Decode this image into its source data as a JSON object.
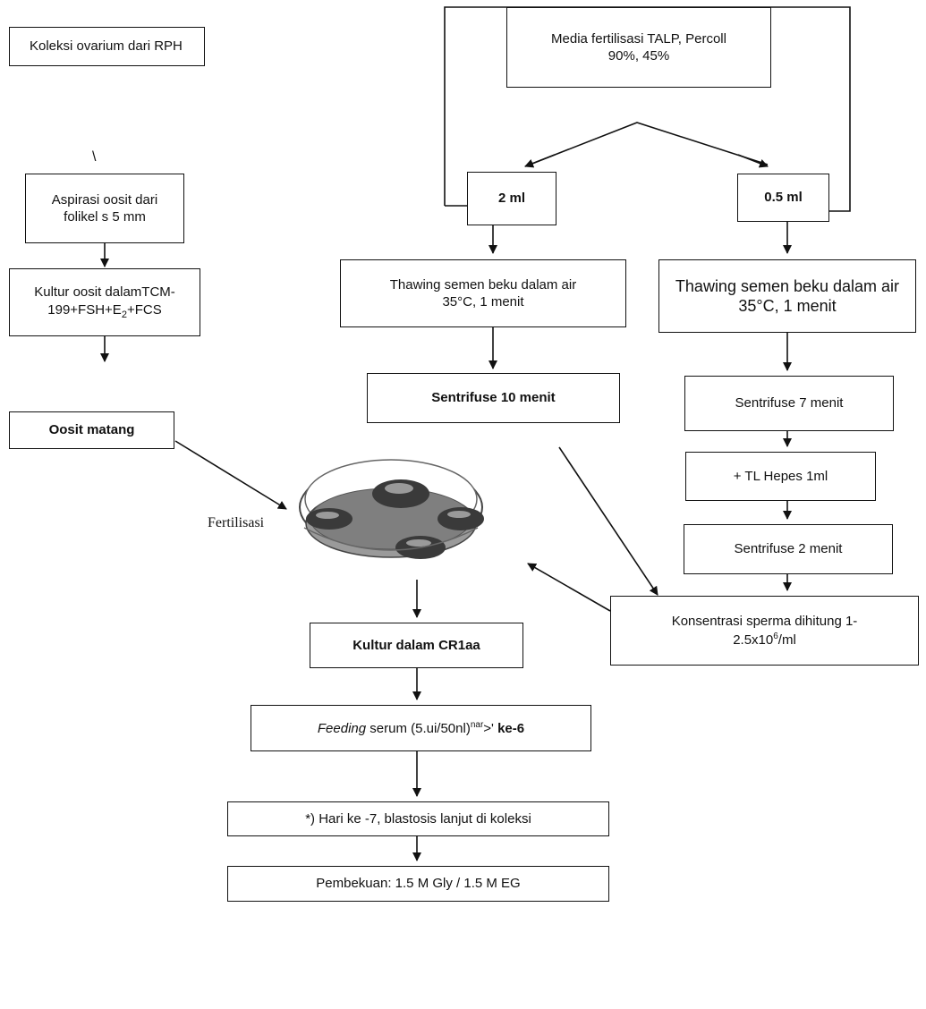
{
  "steps": {
    "koleksi": "Koleksi ovarium dari RPH",
    "aspirasi": "Aspirasi oosit dari folikel s 5 mm",
    "kultur_oosit_a": "Kultur oosit dalamTCM-",
    "kultur_oosit_b": "199+FSH+E",
    "kultur_oosit_sub": "2",
    "kultur_oosit_c": "+FCS",
    "oosit_matang": "Oosit matang",
    "fertilisasi": "Fertilisasi",
    "media": "Media fertilisasi TALP, Percoll 90%, 45%",
    "vol_2ml": "2 ml",
    "vol_05ml": "0.5 ml",
    "thawing_left": "Thawing semen beku dalam air 35°C, 1 menit",
    "thawing_right": "Thawing semen beku dalam air 35°C, 1 menit",
    "sentrifuse_10": "Sentrifuse 10 menit",
    "sentrifuse_7": "Sentrifuse 7 menit",
    "tl_hepes": "+ TL Hepes 1ml",
    "sentrifuse_2": "Sentrifuse 2 menit",
    "konsentrasi_a": "Konsentrasi sperma dihitung 1-",
    "konsentrasi_b": "2.5x10",
    "konsentrasi_sup": "6",
    "konsentrasi_c": "/ml",
    "kultur_cr1aa": "Kultur dalam CR1aa",
    "feeding_italic": "Feeding",
    "feeding_a": " serum (5.ui/50nl)",
    "feeding_sup": "nar",
    "feeding_b": ">' ",
    "feeding_bold": "ke-6",
    "hari_ke7": "*) Hari ke -7, blastosis lanjut di koleksi",
    "pembekuan": "Pembekuan: 1.5 M Gly / 1.5 M EG",
    "stray_mark": "\\"
  },
  "colors": {
    "line": "#111111",
    "dish_rim": "#555555",
    "dish_fill": "#8a8a8a",
    "drop": "#3a3a3a"
  }
}
